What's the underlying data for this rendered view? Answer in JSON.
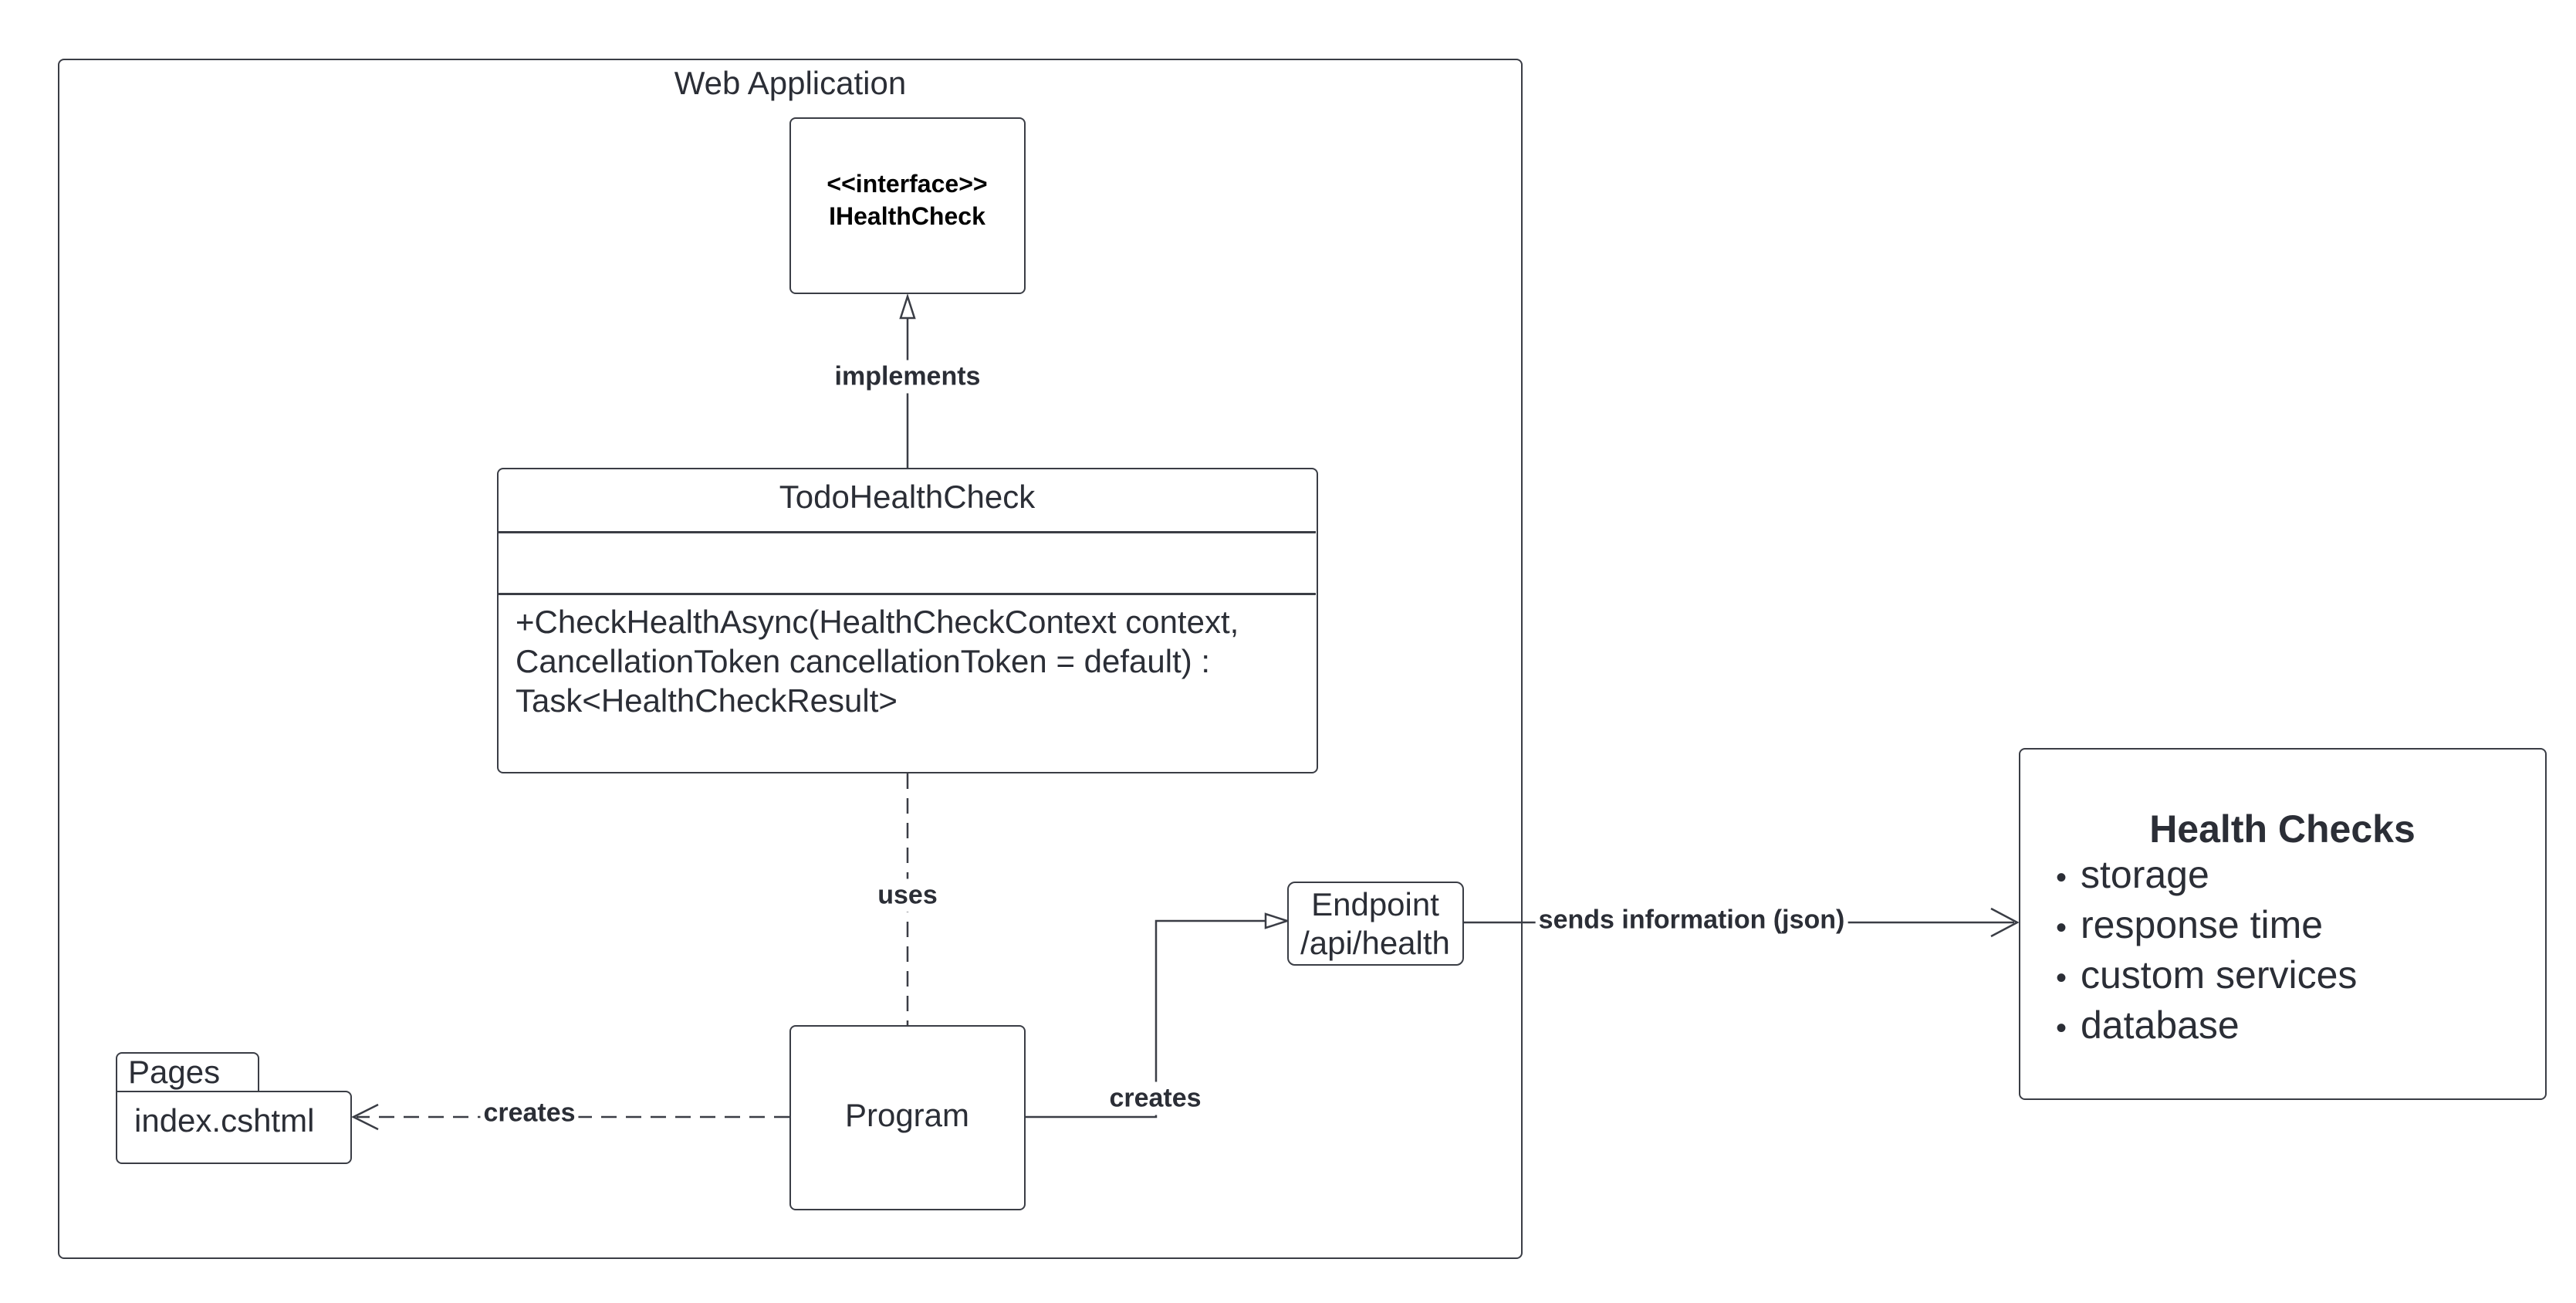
{
  "container": {
    "title": "Web Application"
  },
  "interface_class": {
    "stereotype": "<<interface>>",
    "name": "IHealthCheck"
  },
  "todo_class": {
    "name": "TodoHealthCheck",
    "attributes": "",
    "method_lines": [
      "+CheckHealthAsync(HealthCheckContext context,",
      "CancellationToken cancellationToken = default) :",
      "Task<HealthCheckResult>"
    ]
  },
  "program": {
    "name": "Program"
  },
  "endpoint": {
    "line1": "Endpoint",
    "line2": "/api/health"
  },
  "pages_package": {
    "tab": "Pages",
    "content": "index.cshtml"
  },
  "health_checks": {
    "title": "Health Checks",
    "items": [
      "storage",
      "response time",
      "custom services",
      "database"
    ]
  },
  "relations": {
    "implements": "implements",
    "uses": "uses",
    "creates_pages": "creates",
    "creates_endpoint": "creates",
    "sends": "sends information (json)"
  },
  "colors": {
    "stroke": "#3a3d45",
    "text": "#2b2e36",
    "background": "#ffffff"
  }
}
